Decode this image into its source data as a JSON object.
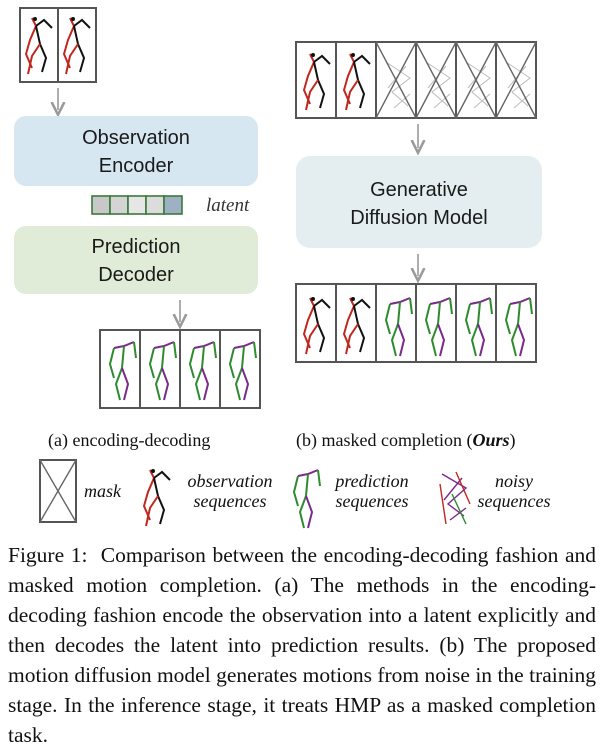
{
  "figure": {
    "encoder_label": [
      "Observation",
      "Encoder"
    ],
    "latent_label": "latent",
    "decoder_label": [
      "Prediction",
      "Decoder"
    ],
    "diffusion_label": [
      "Generative",
      "Diffusion Model"
    ],
    "sub_a": "(a) encoding-decoding",
    "sub_b_prefix": "(b) masked completion (",
    "sub_b_ours": "Ours",
    "sub_b_suffix": ")",
    "legend": {
      "mask": "mask",
      "observation": [
        "observation",
        "sequences"
      ],
      "prediction": [
        "prediction",
        "sequences"
      ],
      "noisy": [
        "noisy",
        "sequences"
      ]
    },
    "colors": {
      "encoder_fill": "#d7e7f2",
      "decoder_fill": "#e0ecd7",
      "diffusion_fill": "#e4eef0",
      "observation_red": "#c0281e",
      "prediction_green": "#2e8b2e",
      "prediction_purple": "#7a2a8a",
      "arrow_gray": "#9a9a9a"
    }
  },
  "caption": {
    "label": "Figure 1:",
    "text": "Comparison between the encoding-decoding fashion and masked motion completion. (a) The methods in the encoding-decoding fashion encode the observation into a latent explicitly and then decodes the latent into prediction results. (b) The proposed motion diffusion model generates motions from noise in the training stage. In the inference stage, it treats HMP as a masked completion task."
  }
}
